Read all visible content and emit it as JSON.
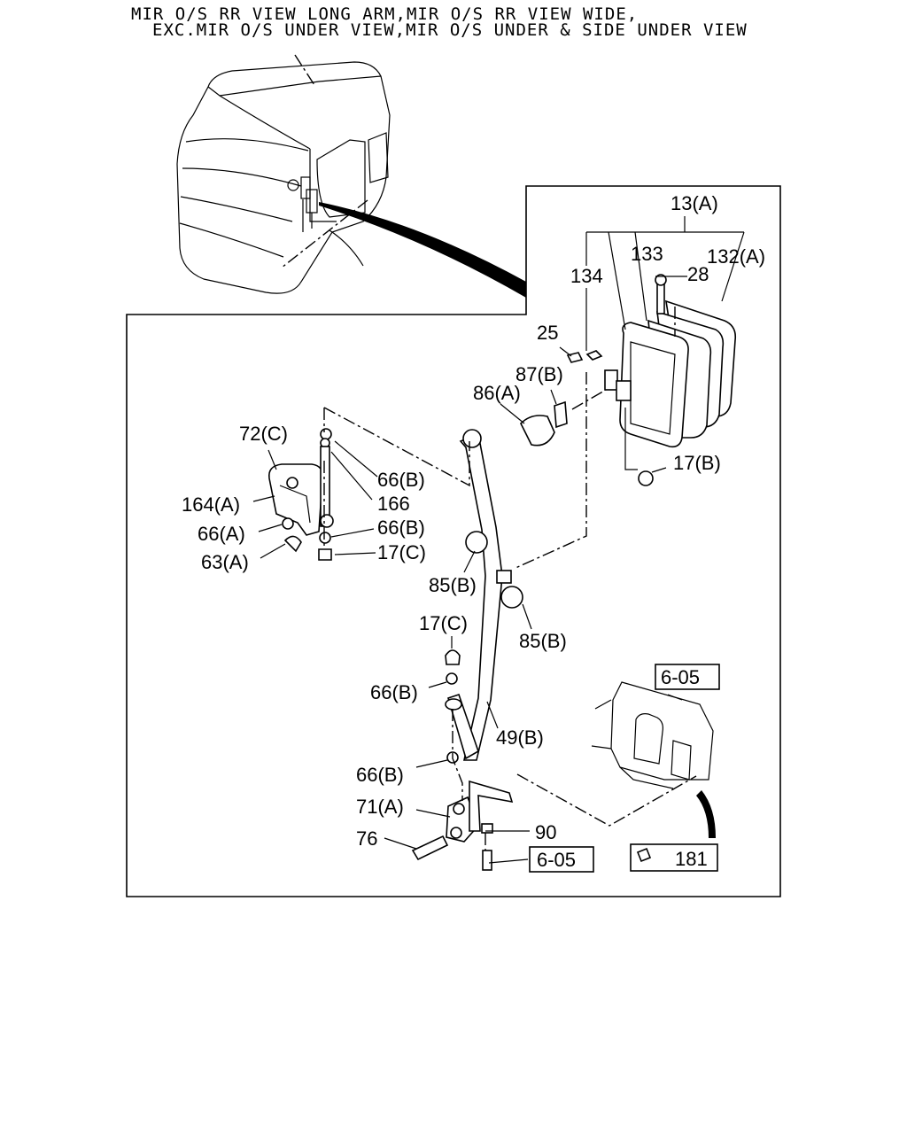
{
  "header": {
    "line1": "MIR O/S RR VIEW LONG ARM,MIR O/S RR VIEW WIDE,",
    "line2": "EXC.MIR O/S UNDER VIEW,MIR O/S UNDER & SIDE UNDER VIEW"
  },
  "labels": {
    "p13a": "13(A)",
    "p133": "133",
    "p132a": "132(A)",
    "p134": "134",
    "p28": "28",
    "p25": "25",
    "p87b": "87(B)",
    "p86a": "86(A)",
    "p17b": "17(B)",
    "p72c": "72(C)",
    "p66b_1": "66(B)",
    "p166": "166",
    "p164a": "164(A)",
    "p66a": "66(A)",
    "p66b_2": "66(B)",
    "p63a": "63(A)",
    "p17c_1": "17(C)",
    "p85b_1": "85(B)",
    "p85b_2": "85(B)",
    "p17c_2": "17(C)",
    "p66b_3": "66(B)",
    "p49b": "49(B)",
    "p66b_4": "66(B)",
    "p71a": "71(A)",
    "p76": "76",
    "p90": "90",
    "ref605_top": "6-05",
    "ref605_bottom": "6-05",
    "ref181": "181"
  }
}
